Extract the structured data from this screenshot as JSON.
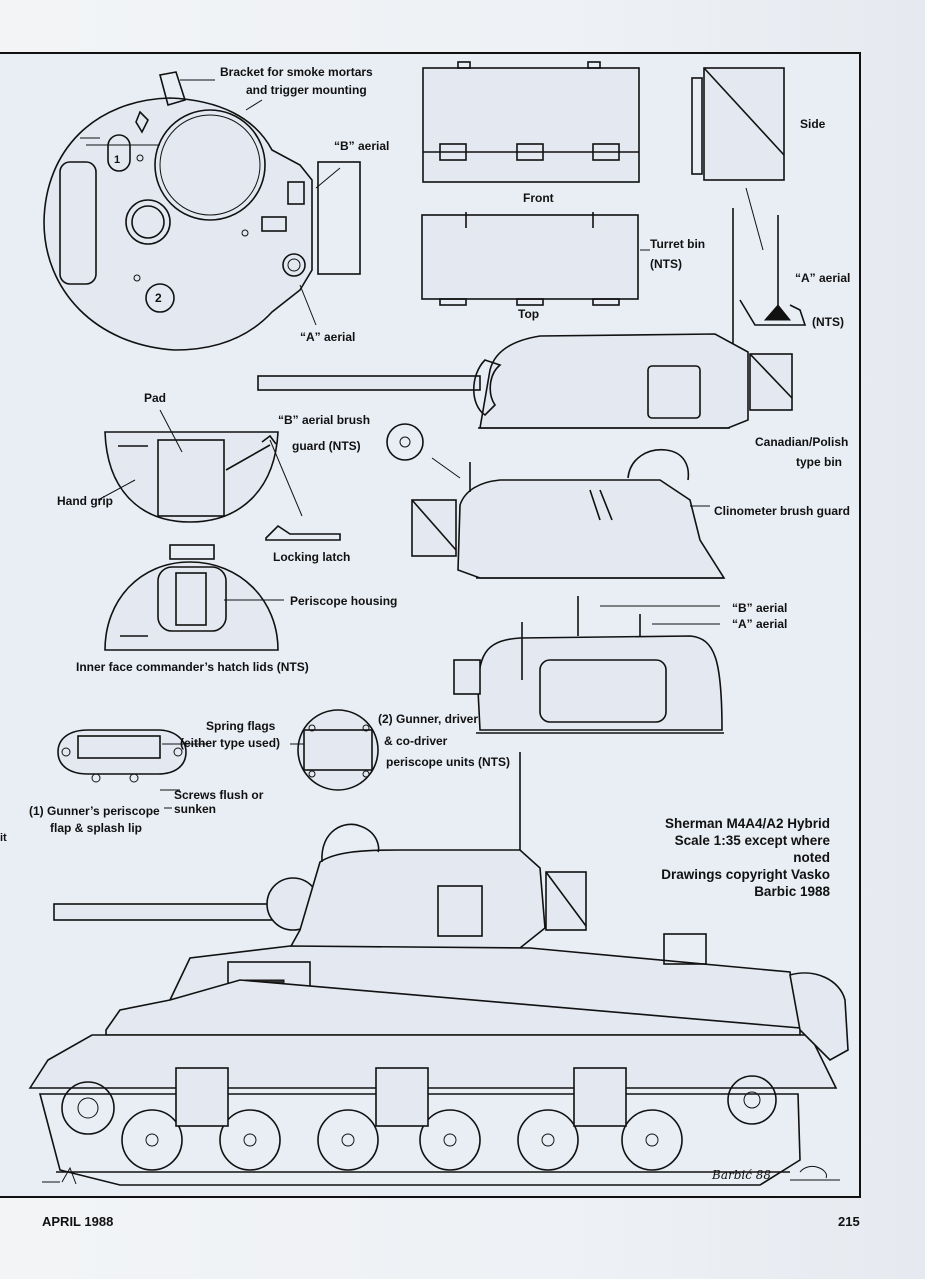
{
  "labels": {
    "bracket_1": "Bracket for smoke mortars",
    "bracket_2": "and trigger mounting",
    "b_aerial": "“B” aerial",
    "a_aerial": "“A” aerial",
    "front": "Front",
    "top": "Top",
    "side": "Side",
    "turret_bin_1": "Turret bin",
    "turret_bin_2": "(NTS)",
    "a_aerial_right": "“A” aerial",
    "nts": "(NTS)",
    "pad": "Pad",
    "b_brush_1": "“B” aerial brush",
    "b_brush_2": "guard (NTS)",
    "hand_grip": "Hand grip",
    "locking_latch": "Locking latch",
    "periscope_housing": "Periscope housing",
    "inner_face": "Inner face commander’s hatch lids (NTS)",
    "canadian_1": "Canadian/Polish",
    "canadian_2": "type bin",
    "clinometer": "Clinometer brush guard",
    "b_aerial_right": "“B” aerial",
    "a_aerial_right2": "“A” aerial",
    "spring_1": "Spring flags",
    "spring_2": "(either type used)",
    "gunner_1": "(2) Gunner, driver",
    "gunner_2": "& co-driver",
    "gunner_3": "periscope units (NTS)",
    "screws_1": "Screws flush or",
    "screws_2": "sunken",
    "flap_1": "(1) Gunner’s periscope",
    "flap_2": "flap & splash lip",
    "num_1": "1",
    "num_2": "2"
  },
  "credits": {
    "line1": "Sherman M4A4/A2 Hybrid",
    "line2": "Scale 1:35 except where",
    "line3": "noted",
    "line4": "Drawings copyright Vasko",
    "line5": "Barbic 1988"
  },
  "signature": "Barbić 88",
  "footer": {
    "date": "APRIL 1988",
    "page": "215"
  },
  "margin_fragment": "it"
}
